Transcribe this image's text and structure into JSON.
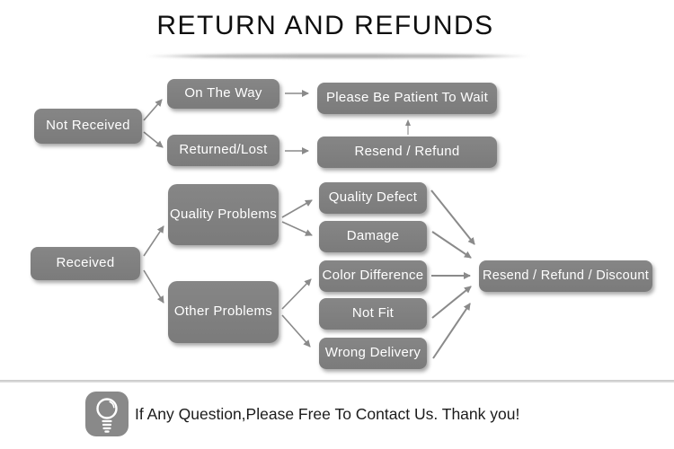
{
  "title": "RETURN AND REFUNDS",
  "flow": {
    "not_received": "Not Received",
    "on_the_way": "On The Way",
    "returned_lost": "Returned/Lost",
    "please_wait": "Please Be Patient To Wait",
    "resend_refund": "Resend / Refund",
    "received": "Received",
    "quality_problems": "Quality Problems",
    "other_problems": "Other Problems",
    "quality_defect": "Quality Defect",
    "damage": "Damage",
    "color_difference": "Color Difference",
    "not_fit": "Not Fit",
    "wrong_delivery": "Wrong Delivery",
    "resend_refund_discount": "Resend / Refund / Discount",
    "edges": [
      {
        "from": "Not Received",
        "to": "On The Way"
      },
      {
        "from": "Not Received",
        "to": "Returned/Lost"
      },
      {
        "from": "On The Way",
        "to": "Please Be Patient To Wait"
      },
      {
        "from": "Returned/Lost",
        "to": "Resend / Refund"
      },
      {
        "from": "Resend / Refund",
        "to": "Please Be Patient To Wait"
      },
      {
        "from": "Received",
        "to": "Quality Problems"
      },
      {
        "from": "Received",
        "to": "Other Problems"
      },
      {
        "from": "Quality Problems",
        "to": "Quality Defect"
      },
      {
        "from": "Quality Problems",
        "to": "Damage"
      },
      {
        "from": "Other Problems",
        "to": "Color Difference"
      },
      {
        "from": "Other Problems",
        "to": "Wrong Delivery"
      },
      {
        "from": "Quality Defect",
        "to": "Resend / Refund / Discount"
      },
      {
        "from": "Damage",
        "to": "Resend / Refund / Discount"
      },
      {
        "from": "Color Difference",
        "to": "Resend / Refund / Discount"
      },
      {
        "from": "Not Fit",
        "to": "Resend / Refund / Discount"
      },
      {
        "from": "Wrong Delivery",
        "to": "Resend / Refund / Discount"
      }
    ]
  },
  "footer": {
    "icon": "lightbulb-icon",
    "message": "If Any Question,Please Free To Contact Us. Thank you!"
  },
  "colors": {
    "node_fill": "#7e7e7e",
    "node_text": "#ffffff",
    "arrow": "#8a8a8a",
    "title_text": "#0f0f0f",
    "divider": "#d0d0d0",
    "icon_fill": "#898989"
  }
}
